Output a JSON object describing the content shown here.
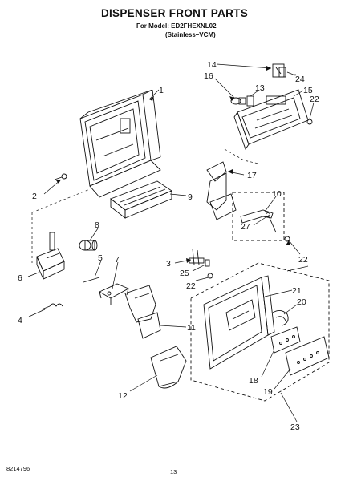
{
  "header": {
    "title": "DISPENSER FRONT PARTS",
    "model": "For Model: ED2FHEXNL02",
    "variant": "(Stainless–VCM)"
  },
  "footer": {
    "doc_number": "8214796",
    "page_number": "13"
  },
  "callouts": [
    "1",
    "2",
    "3",
    "4",
    "5",
    "6",
    "7",
    "8",
    "9",
    "10",
    "11",
    "12",
    "13",
    "14",
    "15",
    "16",
    "17",
    "18",
    "19",
    "20",
    "21",
    "22",
    "22",
    "22",
    "22",
    "23",
    "24",
    "25",
    "27"
  ],
  "colors": {
    "line": "#111111",
    "paper": "#ffffff"
  }
}
